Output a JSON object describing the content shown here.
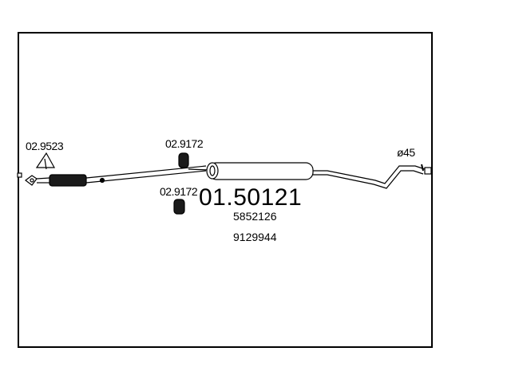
{
  "diagram": {
    "part_number": "01.50121",
    "oem_numbers": [
      "5852126",
      "9129944"
    ],
    "callouts": {
      "gasket": "02.9523",
      "hanger_front": "02.9172",
      "hanger_rear": "02.9172",
      "diameter": "ø45"
    }
  },
  "colors": {
    "line": "#000000",
    "background": "#ffffff"
  }
}
